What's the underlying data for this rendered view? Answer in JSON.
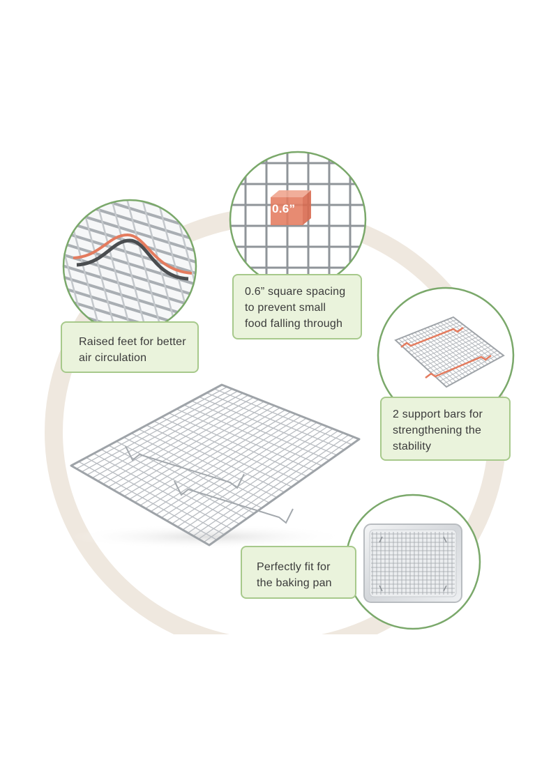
{
  "colors": {
    "background": "#ffffff",
    "ring": "#efe8df",
    "circle_border": "#7aa86a",
    "callout_fill": "#eaf3dc",
    "callout_border": "#a7c98b",
    "wire": "#b8bcc1",
    "accent": "#e47b5e"
  },
  "callouts": {
    "raised_feet": {
      "line1": "Raised feet for better",
      "line2": "air circulation"
    },
    "spacing": {
      "line1": "0.6” square spacing",
      "line2": "to prevent small",
      "line3": "food falling through"
    },
    "support_bars": {
      "line1": "2 support bars for",
      "line2": "strengthening the",
      "line3": "stability"
    },
    "baking_pan": {
      "line1": "Perfectly fit for",
      "line2": "the baking pan"
    }
  },
  "spacing_detail": {
    "dimension_label": "0.6”"
  }
}
